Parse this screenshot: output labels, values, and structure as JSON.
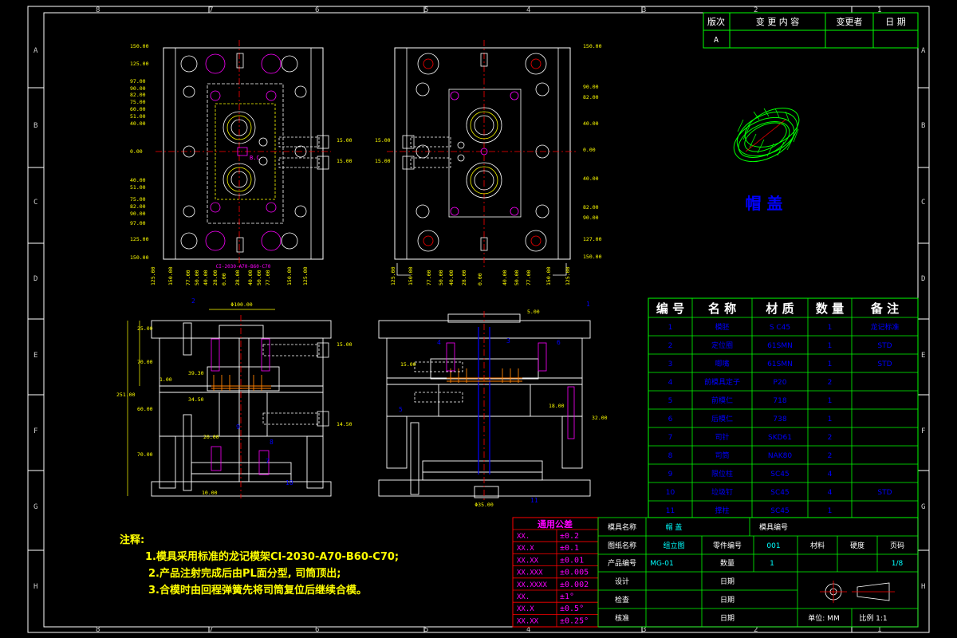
{
  "revision_table": {
    "headers": [
      "版次",
      "变 更 内 容",
      "变更者",
      "日 期"
    ],
    "row": [
      "A",
      "",
      "",
      ""
    ]
  },
  "part_name": "帽 盖",
  "bom": {
    "headers": [
      "编 号",
      "名 称",
      "材 质",
      "数 量",
      "备 注"
    ],
    "rows": [
      [
        "1",
        "模胚",
        "S C45",
        "1",
        "龙记标准"
      ],
      [
        "2",
        "定位圈",
        "61SMN",
        "1",
        "STD"
      ],
      [
        "3",
        "唧嘴",
        "61SMN",
        "1",
        "STD"
      ],
      [
        "4",
        "前模具定子",
        "P20",
        "2",
        ""
      ],
      [
        "5",
        "前模仁",
        "718",
        "1",
        ""
      ],
      [
        "6",
        "后模仁",
        "738",
        "1",
        ""
      ],
      [
        "7",
        "司针",
        "SKD61",
        "2",
        ""
      ],
      [
        "8",
        "司筒",
        "NAK80",
        "2",
        ""
      ],
      [
        "9",
        "限位柱",
        "SC45",
        "4",
        ""
      ],
      [
        "10",
        "垃圾钉",
        "SC45",
        "4",
        "STD"
      ],
      [
        "11",
        "撑柱",
        "SC45",
        "1",
        ""
      ]
    ]
  },
  "tolerance": {
    "title": "通用公差",
    "rows": [
      [
        "XX.",
        "±0.2"
      ],
      [
        "XX.X",
        "±0.1"
      ],
      [
        "XX.XX",
        "±0.01"
      ],
      [
        "XX.XXX",
        "±0.005"
      ],
      [
        "XX.XXXX",
        "±0.002"
      ],
      [
        "XX.",
        "±1°"
      ],
      [
        "XX.X",
        "±0.5°"
      ],
      [
        "XX.XX",
        "±0.25°"
      ]
    ]
  },
  "title_block": {
    "mold_name_label": "模具名称",
    "mold_name": "帽 盖",
    "mold_no_label": "模具编号",
    "drawing_name_label": "图纸名称",
    "drawing_name": "组立图",
    "part_no_label": "零件编号",
    "part_no": "001",
    "material_label": "材料",
    "hardness_label": "硬度",
    "page_label": "页码",
    "product_no_label": "产品编号",
    "product_no": "MG-01",
    "qty_label": "数量",
    "qty": "1",
    "page": "1/8",
    "design_label": "设计",
    "check_label": "检查",
    "approve_label": "核准",
    "date_label": "日期",
    "unit": "单位: MM",
    "scale": "比例 1:1"
  },
  "notes": {
    "heading": "注释:",
    "lines": [
      "1.模具采用标准的龙记模架CI-2030-A70-B60-C70;",
      "2.产品注射完成后由PL面分型, 司筒顶出;",
      "3.合模时由回程弹簧先将司筒复位后继续合模。"
    ]
  },
  "border_letters": {
    "top": [
      "8",
      "7",
      "6",
      "5",
      "4",
      "3",
      "2",
      "1"
    ],
    "side": [
      "A",
      "B",
      "C",
      "D",
      "E",
      "F",
      "G",
      "H"
    ]
  },
  "dims": {
    "left_plan_left": [
      "150.00",
      "125.00",
      "97.00",
      "90.00",
      "82.00",
      "75.00",
      "60.00",
      "51.00",
      "40.00",
      "0.00",
      "40.00",
      "51.00",
      "75.00",
      "82.00",
      "90.00",
      "97.00",
      "125.00",
      "150.00"
    ],
    "left_plan_bottom": [
      "125.00",
      "150.00",
      "77.00",
      "50.00",
      "40.00",
      "28.00",
      "0.00",
      "28.00",
      "40.00",
      "50.00",
      "77.00",
      "150.00",
      "125.00"
    ],
    "left_plan_right": [
      "15.00",
      "15.00"
    ],
    "right_plan_right": [
      "150.00",
      "90.00",
      "82.00",
      "40.00",
      "0.00",
      "40.00",
      "82.00",
      "90.00",
      "127.00",
      "150.00"
    ],
    "right_plan_left": [
      "15.00",
      "15.00"
    ],
    "right_plan_bottom": [
      "125.00",
      "150.00",
      "77.00",
      "50.00",
      "40.00",
      "28.00",
      "0.00",
      "40.00",
      "50.00",
      "77.00",
      "150.00",
      "125.00"
    ],
    "left_section": [
      "25.00",
      "70.00",
      "1.00",
      "251.00",
      "60.00",
      "70.00",
      "39.30",
      "34.50",
      "20.00",
      "10.00",
      "15.00",
      "14.50"
    ],
    "right_section": [
      "15.00",
      "18.00",
      "32.00",
      "5.00"
    ],
    "diam_top": "Φ100.00",
    "diam_bottom": "Φ35.00",
    "label_ci": "CI-2030-A70-B60-C70",
    "balloons": [
      "1",
      "2",
      "3",
      "4",
      "5",
      "6",
      "7",
      "8",
      "9",
      "10",
      "11"
    ]
  }
}
